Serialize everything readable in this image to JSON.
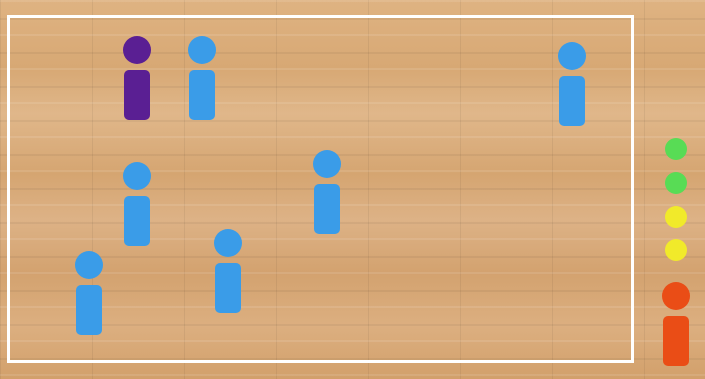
{
  "scene": {
    "court": {
      "line_color": "#ffffff"
    },
    "players": [
      {
        "name": "purple-player",
        "color": "#5a1f93"
      },
      {
        "name": "blue-player-1",
        "color": "#3a9ce8"
      },
      {
        "name": "blue-player-2",
        "color": "#3a9ce8"
      },
      {
        "name": "blue-player-3",
        "color": "#3a9ce8"
      },
      {
        "name": "blue-player-4",
        "color": "#3a9ce8"
      },
      {
        "name": "blue-player-5",
        "color": "#3a9ce8"
      },
      {
        "name": "blue-player-6",
        "color": "#3a9ce8"
      },
      {
        "name": "orange-player",
        "color": "#ea4d16"
      }
    ],
    "sideline_indicators": [
      {
        "name": "green-dot-1",
        "color": "#58dc55"
      },
      {
        "name": "green-dot-2",
        "color": "#58dc55"
      },
      {
        "name": "yellow-dot-1",
        "color": "#f1ea2a"
      },
      {
        "name": "yellow-dot-2",
        "color": "#f1ea2a"
      }
    ]
  }
}
